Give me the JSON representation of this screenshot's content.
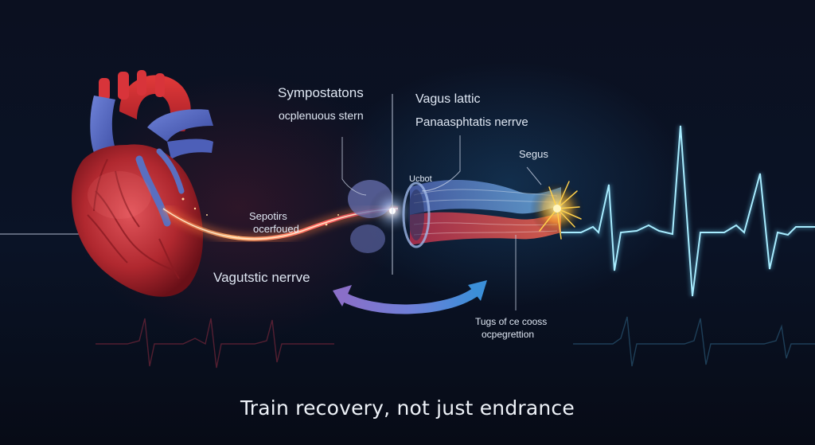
{
  "labels": {
    "sympathetic_title": "Sympostatons",
    "sympathetic_sub": "ocplenuous stern",
    "vagus_title": "Vagus lattic",
    "vagus_sub": "Panaasphtatis nerrve",
    "segus": "Segus",
    "ucbot": "Ucbot",
    "sepotirs_line1": "Sepotirs",
    "sepotirs_line2": "ocerfoued",
    "vagal_nerve": "Vagutstic nerrve",
    "tugs_line1": "Tugs of ce cooss",
    "tugs_line2": "ocpegrettion"
  },
  "caption": "Train recovery, not just endrance",
  "icons": [
    "heart-icon",
    "nerve-bundle-icon",
    "ganglion-icon",
    "swap-arrows-icon",
    "ecg-waveform-icon"
  ],
  "colors": {
    "background": "#0a0f1c",
    "heart_red": "#c8333b",
    "vessel_blue": "#5a6fc0",
    "nerve_orange": "#ffb070",
    "ecg_cyan": "#8fe6ff",
    "arrow_purple": "#7a6fd0",
    "arrow_blue": "#3b8fd8"
  }
}
